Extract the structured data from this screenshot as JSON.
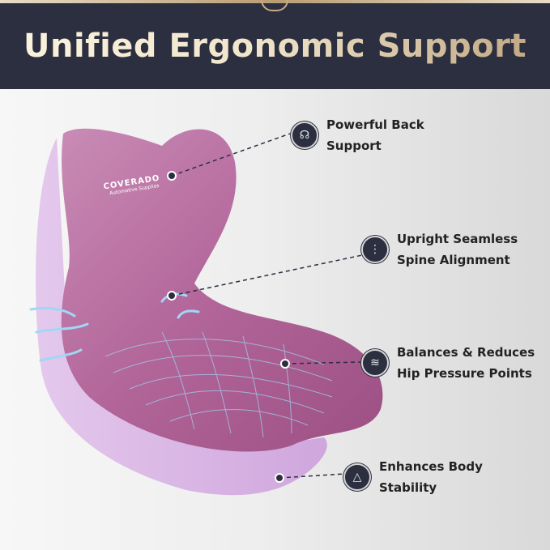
{
  "header": {
    "title": "Unified Ergonomic Support"
  },
  "brand": {
    "name": "COVERADO",
    "tagline": "Automotive Supplies"
  },
  "features": [
    {
      "icon": "lungs-icon",
      "line1": "Powerful Back",
      "line2": "Support"
    },
    {
      "icon": "spine-icon",
      "line1": "Upright Seamless",
      "line2": "Spine Alignment"
    },
    {
      "icon": "pressure-wave-icon",
      "line1": "Balances & Reduces",
      "line2": "Hip Pressure Points"
    },
    {
      "icon": "triangle-nodes-icon",
      "line1": "Enhances Body",
      "line2": "Stability"
    }
  ],
  "colors": {
    "header_bg": "#2c2f40",
    "gold": "#c7ab82",
    "cushion": "#b5679a",
    "accent_lines": "#9fd8f5"
  }
}
